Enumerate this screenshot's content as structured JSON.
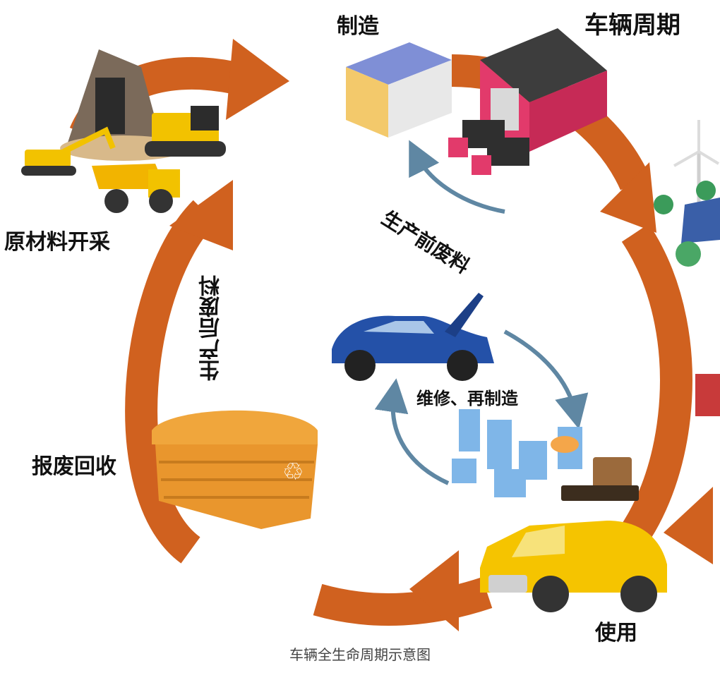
{
  "title": "车辆周期",
  "stages": {
    "mining": "原材料开采",
    "manufacturing": "制造",
    "use": "使用",
    "scrap_recycling": "报废回收"
  },
  "flows": {
    "pre_production_scrap": "生产前废料",
    "post_production_scrap": "生产后废料",
    "repair_remanufacture": "维修、再制造"
  },
  "caption": "车辆全生命周期示意图",
  "colors": {
    "cycle_arrow": "#d0611f",
    "inner_arrow": "#5f87a3",
    "text": "#111111"
  }
}
